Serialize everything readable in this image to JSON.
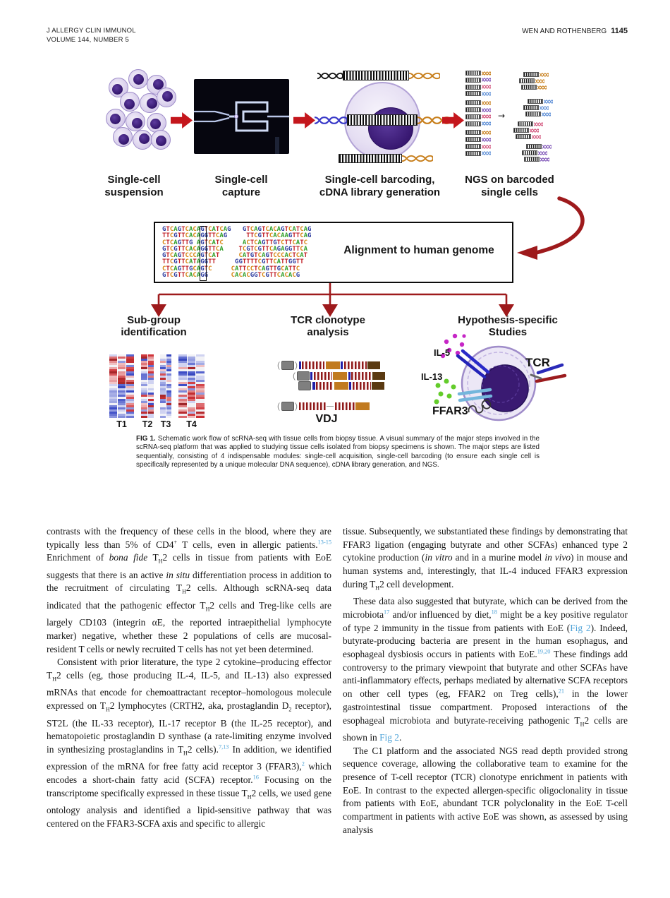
{
  "header": {
    "journal": "J ALLERGY CLIN IMMUNOL",
    "volume": "VOLUME 144, NUMBER 5",
    "authors": "WEN AND ROTHENBERG",
    "page": "1145"
  },
  "figure": {
    "steps": [
      {
        "label_html": "Single-cell<br>suspension"
      },
      {
        "label_html": "Single-cell<br>capture"
      },
      {
        "label_html": "Single-cell barcoding,<br>cDNA library generation"
      },
      {
        "label_html": "NGS on barcoded<br>single cells"
      }
    ],
    "alignment": {
      "label": "Alignment to human genome",
      "sequences": [
        "GTCAGTCACAGTCATCAG   GTCAGTCACAGTCATCAG",
        "TTCGTTCACAGGTTCAG     TTCGTTCACAAGTTCAG",
        "CTCAGTTG AGTCATC     ACTCAGTTGTCTTCATC",
        "GTCGTTCACAGGTTCA    TCGTCGTTCAGAGGTTCA",
        "GTCAGTCCCAGTCAT     CATGTCAGTCCCACTCAT",
        "TTCGTTCATAGGTT     GGTTTTCGTTCATTGGTT",
        "CTCAGTTGCAGTC     CATTCCTCAGTTGCATTC",
        "GTCGTTCACAGG      CACACGGTCGTTCACACG"
      ],
      "base_colors": {
        "A": "#33a02c",
        "C": "#d68410",
        "G": "#2b3a9e",
        "T": "#c22127"
      }
    },
    "branches": [
      {
        "label_html": "Sub-group<br>identification"
      },
      {
        "label_html": "TCR clonotype<br>analysis"
      },
      {
        "label_html": "Hypothesis-specific<br>Studies"
      }
    ],
    "heatmap_labels": [
      "T1",
      "T2",
      "T3",
      "T4"
    ],
    "vdj_label": "VDJ",
    "cell_labels": {
      "il5": "IL-5",
      "il13": "IL-13",
      "ffar3": "FFAR3",
      "tcr": "TCR"
    },
    "ngs": {
      "palette": {
        "orange": "#c8801e",
        "purple": "#7a4fb5",
        "pink": "#d2527a",
        "blue": "#5b8dd6"
      },
      "left_reads": [
        "orange",
        "purple",
        "pink",
        "blue",
        "orange",
        "purple",
        "pink",
        "blue",
        "orange",
        "purple",
        "pink",
        "blue"
      ],
      "groups": [
        "orange",
        "blue",
        "pink",
        "purple"
      ]
    },
    "arrow_color": "#c4161c",
    "connector_color": "#9e1a1c"
  },
  "caption": {
    "tag": "FIG 1.",
    "text": "Schematic work flow of scRNA-seq with tissue cells from biopsy tissue. A visual summary of the major steps involved in the scRNA-seq platform that was applied to studying tissue cells isolated from biopsy specimens is shown. The major steps are listed sequentially, consisting of 4 indispensable modules: single-cell acquisition, single-cell barcoding (to ensure each single cell is specifically represented by a unique molecular DNA sequence), cDNA library generation, and NGS."
  },
  "body": {
    "left": [
      {
        "indent": false,
        "html": "contrasts with the frequency of these cells in the blood, where they are typically less than 5% of CD4<sup>+</sup> T cells, even in allergic patients.<sup class='ref' data-name='citation-ref' data-interactable='true'>13-15</sup> Enrichment of <i>bona fide</i> T<sub>H</sub>2 cells in tissue from patients with EoE suggests that there is an active <i>in situ</i> differentiation process in addition to the recruitment of circulating T<sub>H</sub>2 cells. Although scRNA-seq data indicated that the pathogenic effector T<sub>H</sub>2 cells and Treg-like cells are largely CD103 (integrin αE, the reported intraepithelial lymphocyte marker) negative, whether these 2 populations of cells are mucosal-resident T cells or newly recruited T cells has not yet been determined."
      },
      {
        "indent": true,
        "html": "Consistent with prior literature, the type 2 cytokine–producing effector T<sub>H</sub>2 cells (eg, those producing IL-4, IL-5, and IL-13) also expressed mRNAs that encode for chemoattractant receptor–homologous molecule expressed on T<sub>H</sub>2 lymphocytes (CRTH2, aka, prostaglandin D<sub>2</sub> receptor), ST2L (the IL-33 receptor), IL-17 receptor B (the IL-25 receptor), and hematopoietic prostaglandin D synthase (a rate-limiting enzyme involved in synthesizing prostaglandins in T<sub>H</sub>2 cells).<sup class='ref' data-name='citation-ref' data-interactable='true'>7,13</sup> In addition, we identified expression of the mRNA for free fatty acid receptor 3 (FFAR3),<sup class='ref' data-name='citation-ref' data-interactable='true'>2</sup> which encodes a short-chain fatty acid (SCFA) receptor.<sup class='ref' data-name='citation-ref' data-interactable='true'>16</sup> Focusing on the transcriptome specifically expressed in these tissue T<sub>H</sub>2 cells, we used gene ontology analysis and identified a lipid-sensitive pathway that was centered on the FFAR3-SCFA axis and specific to allergic"
      }
    ],
    "right": [
      {
        "indent": false,
        "html": "tissue. Subsequently, we substantiated these findings by demonstrating that FFAR3 ligation (engaging butyrate and other SCFAs) enhanced type 2 cytokine production (<i>in vitro</i> and in a murine model <i>in vivo</i>) in mouse and human systems and, interestingly, that IL-4 induced FFAR3 expression during T<sub>H</sub>2 cell development."
      },
      {
        "indent": true,
        "html": "These data also suggested that butyrate, which can be derived from the microbiota<sup class='ref' data-name='citation-ref' data-interactable='true'>17</sup> and/or influenced by diet,<sup class='ref' data-name='citation-ref' data-interactable='true'>18</sup> might be a key positive regulator of type 2 immunity in the tissue from patients with EoE (<span class='fig-link' data-name='fig2-link' data-interactable='true'>Fig 2</span>). Indeed, butyrate-producing bacteria are present in the human esophagus, and esophageal dysbiosis occurs in patients with EoE.<sup class='ref' data-name='citation-ref' data-interactable='true'>19,20</sup> These findings add controversy to the primary viewpoint that butyrate and other SCFAs have anti-inflammatory effects, perhaps mediated by alternative SCFA receptors on other cell types (eg, FFAR2 on Treg cells),<sup class='ref' data-name='citation-ref' data-interactable='true'>21</sup> in the lower gastrointestinal tissue compartment. Proposed interactions of the esophageal microbiota and butyrate-receiving pathogenic T<sub>H</sub>2 cells are shown in <span class='fig-link' data-name='fig2-link' data-interactable='true'>Fig 2</span>."
      },
      {
        "indent": true,
        "html": "The C1 platform and the associated NGS read depth provided strong sequence coverage, allowing the collaborative team to examine for the presence of T-cell receptor (TCR) clonotype enrichment in patients with EoE. In contrast to the expected allergen-specific oligoclonality in tissue from patients with EoE, abundant TCR polyclonality in the EoE T-cell compartment in patients with active EoE was shown, as assessed by using analysis"
      }
    ]
  }
}
